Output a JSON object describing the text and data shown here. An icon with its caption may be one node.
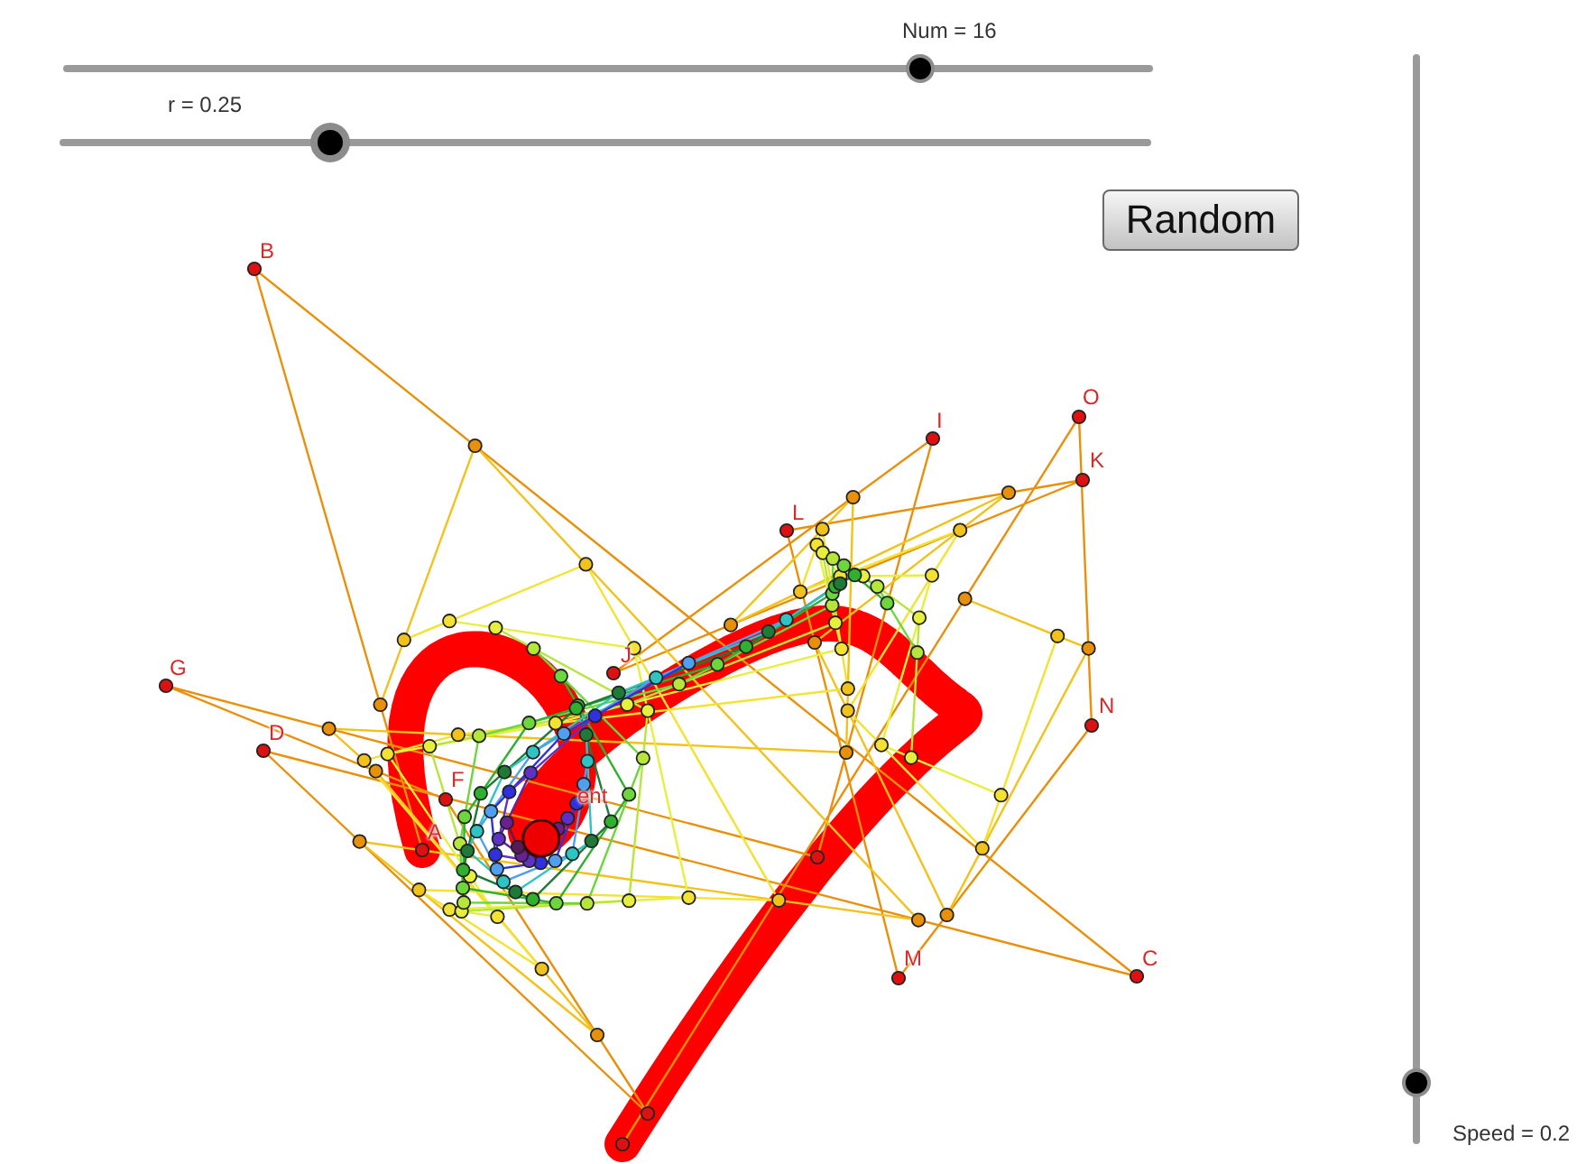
{
  "diagram": {
    "labels": [
      "Num = 16",
      "r = 0.25",
      "Random",
      "B",
      "O",
      "I",
      "K",
      "L",
      "J",
      "G",
      "N",
      "D",
      "F",
      "ent",
      "A",
      "M",
      "C",
      "Speed = 0.2"
    ]
  }
}
